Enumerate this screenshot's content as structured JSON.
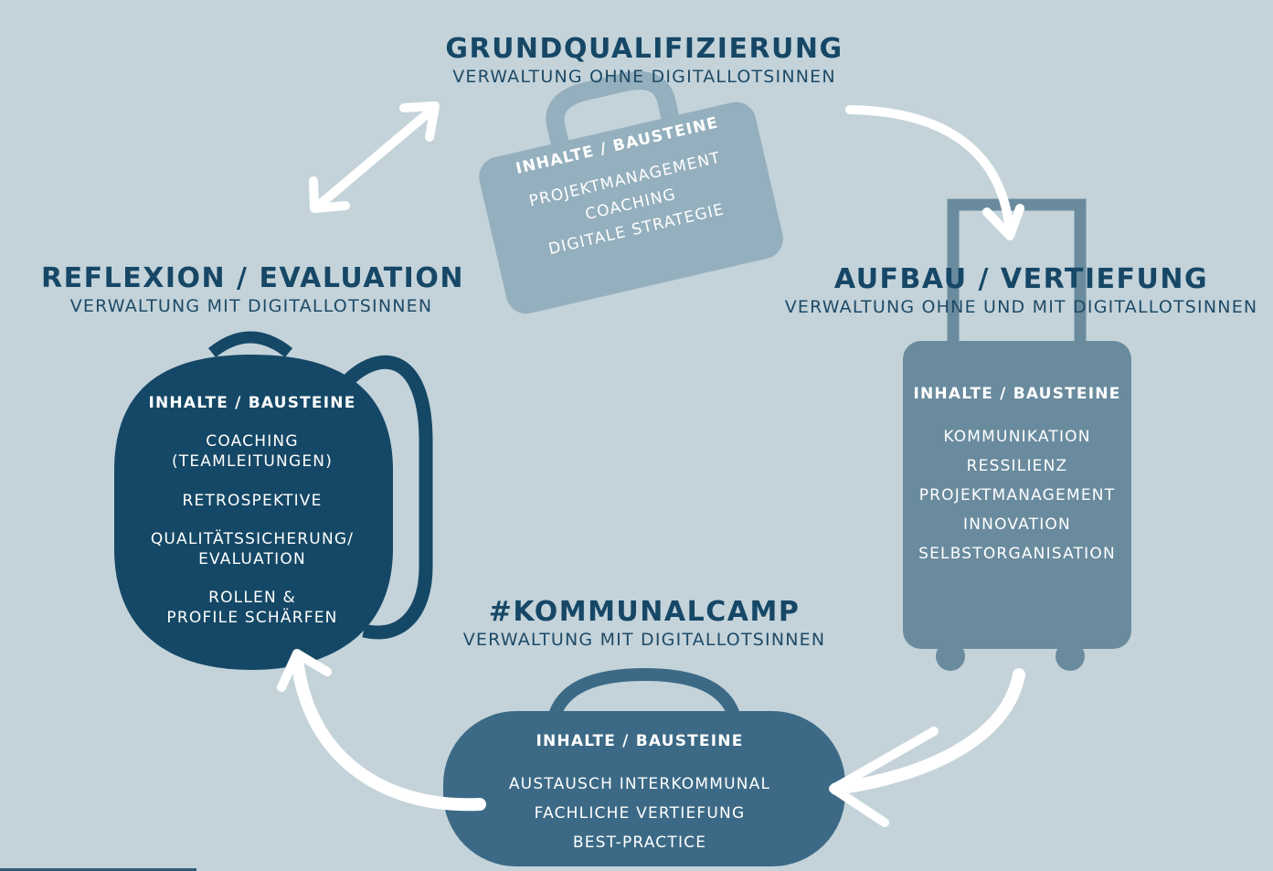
{
  "stages": {
    "grund": {
      "title": "GRUNDQUALIFIZIERUNG",
      "subtitle": "VERWALTUNG OHNE DIGITALLOTSINNEN",
      "bag_heading": "INHALTE / BAUSTEINE",
      "items": [
        "PROJEKTMANAGEMENT",
        "COACHING",
        "DIGITALE STRATEGIE"
      ]
    },
    "aufbau": {
      "title": "AUFBAU / VERTIEFUNG",
      "subtitle": "VERWALTUNG OHNE UND MIT DIGITALLOTSINNEN",
      "bag_heading": "INHALTE / BAUSTEINE",
      "items": [
        "KOMMUNIKATION",
        "RESSILIENZ",
        "PROJEKTMANAGEMENT",
        "INNOVATION",
        "SELBSTORGANISATION"
      ]
    },
    "camp": {
      "title": "#KOMMUNALCAMP",
      "subtitle": "VERWALTUNG MIT DIGITALLOTSINNEN",
      "bag_heading": "INHALTE / BAUSTEINE",
      "items": [
        "AUSTAUSCH INTERKOMMUNAL",
        "FACHLICHE VERTIEFUNG",
        "BEST-PRACTICE"
      ]
    },
    "reflexion": {
      "title": "REFLEXION / EVALUATION",
      "subtitle": "VERWALTUNG MIT DIGITALLOTSINNEN",
      "bag_heading": "INHALTE / BAUSTEINE",
      "items": [
        "COACHING",
        "(TEAMLEITUNGEN)",
        "RETROSPEKTIVE",
        "QUALITÄTSSICHERUNG/",
        "EVALUATION",
        "ROLLEN &",
        "PROFILE SCHÄRFEN"
      ]
    }
  },
  "colors": {
    "background": "#c4d3da",
    "briefcase": "#94afbd",
    "trolley": "#6a8b9e",
    "duffel": "#3c6a86",
    "backpack": "#154866",
    "title": "#164766",
    "arrow": "#ffffff"
  }
}
